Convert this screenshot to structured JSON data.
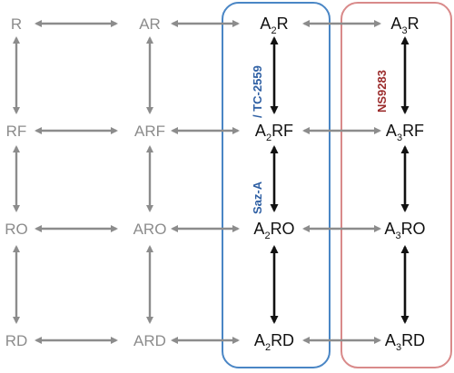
{
  "colors": {
    "gray": "#8c8c8c",
    "black": "#111111",
    "blue_box": "#4a86c5",
    "red_box": "#d98a8a",
    "blue_label": "#2e5fa3",
    "red_label": "#9b2c2c"
  },
  "columns": [
    {
      "id": "c0",
      "tone": "gray",
      "states": [
        {
          "prefix": "",
          "sub": "",
          "suffix": "R"
        },
        {
          "prefix": "",
          "sub": "",
          "suffix": "RF"
        },
        {
          "prefix": "",
          "sub": "",
          "suffix": "RO"
        },
        {
          "prefix": "",
          "sub": "",
          "suffix": "RD"
        }
      ]
    },
    {
      "id": "c1",
      "tone": "gray",
      "states": [
        {
          "prefix": "A",
          "sub": "",
          "suffix": "R"
        },
        {
          "prefix": "A",
          "sub": "",
          "suffix": "RF"
        },
        {
          "prefix": "A",
          "sub": "",
          "suffix": "RO"
        },
        {
          "prefix": "A",
          "sub": "",
          "suffix": "RD"
        }
      ]
    },
    {
      "id": "c2",
      "tone": "black",
      "states": [
        {
          "prefix": "A",
          "sub": "2",
          "suffix": "R"
        },
        {
          "prefix": "A",
          "sub": "2",
          "suffix": "RF"
        },
        {
          "prefix": "A",
          "sub": "2",
          "suffix": "RO"
        },
        {
          "prefix": "A",
          "sub": "2",
          "suffix": "RD"
        }
      ]
    },
    {
      "id": "c3",
      "tone": "black",
      "states": [
        {
          "prefix": "A",
          "sub": "3",
          "suffix": "R"
        },
        {
          "prefix": "A",
          "sub": "3",
          "suffix": "RF"
        },
        {
          "prefix": "A",
          "sub": "3",
          "suffix": "RO"
        },
        {
          "prefix": "A",
          "sub": "3",
          "suffix": "RD"
        }
      ]
    }
  ],
  "labels": {
    "blue_upper": "/ TC-2559",
    "blue_lower": "Saz-A",
    "red": "NS9283"
  }
}
